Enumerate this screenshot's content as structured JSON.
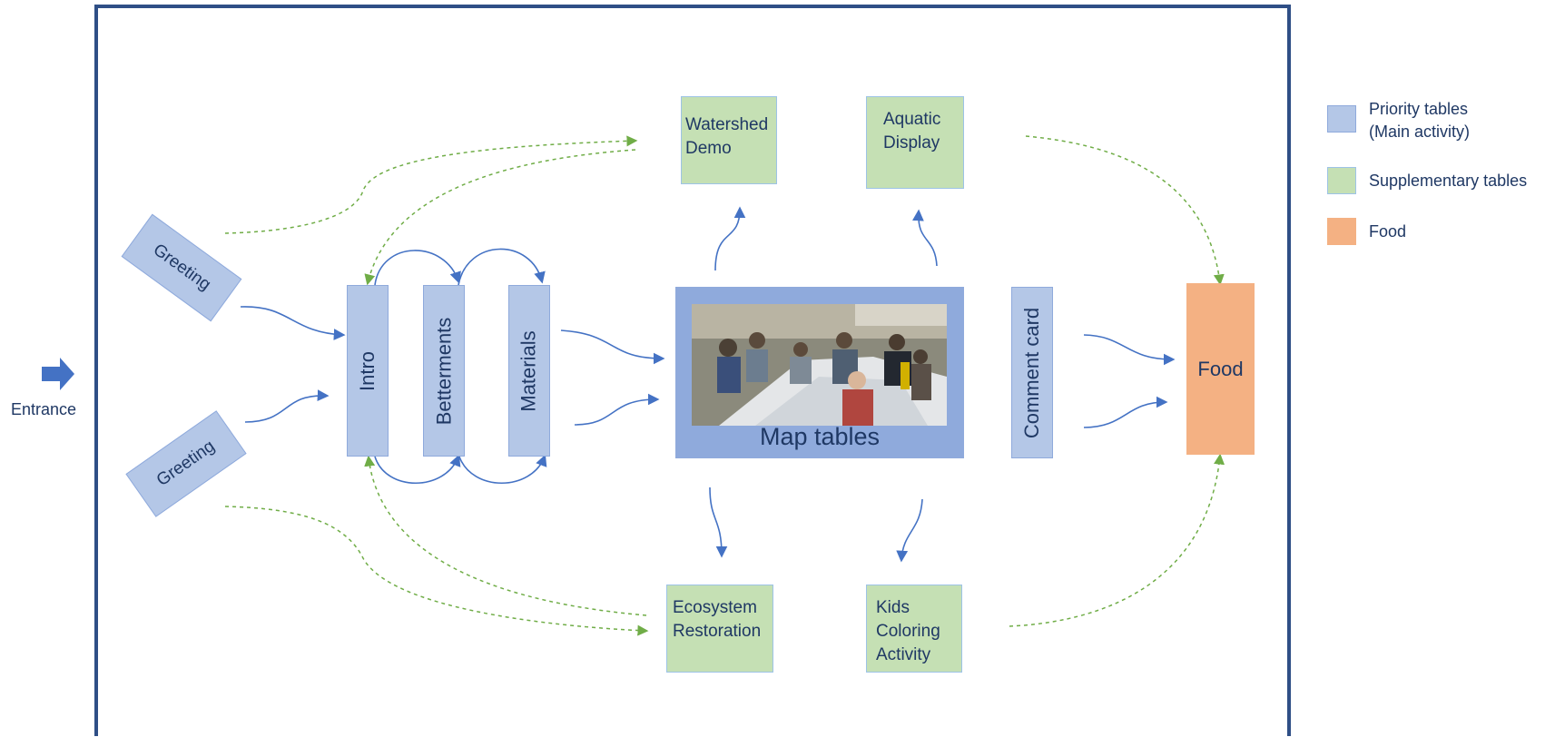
{
  "entrance": {
    "label": "Entrance"
  },
  "greetings": [
    {
      "label": "Greeting"
    },
    {
      "label": "Greeting"
    }
  ],
  "priority_tables": {
    "intro": "Intro",
    "betterments": "Betterments",
    "materials": "Materials",
    "comment_card": "Comment card"
  },
  "map_tables": {
    "label": "Map tables"
  },
  "supplementary_tables": {
    "watershed_demo": "Watershed\nDemo",
    "aquatic_display": "Aquatic\nDisplay",
    "ecosystem_restoration": "Ecosystem\nRestoration",
    "kids_coloring_activity": "Kids\nColoring\nActivity"
  },
  "food": {
    "label": "Food"
  },
  "legend": [
    {
      "label": "Priority tables\n(Main activity)",
      "color": "#b4c7e7"
    },
    {
      "label": "Supplementary tables",
      "color": "#c5e0b4"
    },
    {
      "label": "Food",
      "color": "#f4b183"
    }
  ],
  "colors": {
    "frame": "#2f4f86",
    "solid_arrow": "#4472c4",
    "dashed_arrow": "#70ad47",
    "entrance_arrow": "#4472c4"
  }
}
